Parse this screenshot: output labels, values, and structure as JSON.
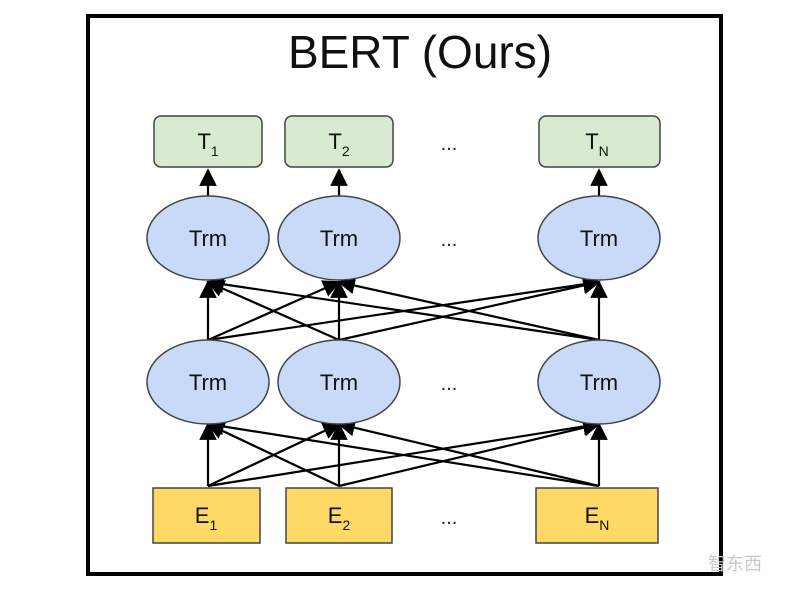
{
  "title": "BERT (Ours)",
  "node_text": {
    "trm": "Trm",
    "ellipsis": "..."
  },
  "outputs": [
    {
      "main": "T",
      "sub": "1"
    },
    {
      "main": "T",
      "sub": "2"
    },
    {
      "main": "T",
      "sub": "N"
    }
  ],
  "inputs": [
    {
      "main": "E",
      "sub": "1"
    },
    {
      "main": "E",
      "sub": "2"
    },
    {
      "main": "E",
      "sub": "N"
    }
  ],
  "watermark": "智东西",
  "colors": {
    "output_fill": "#d9ead3",
    "trm_fill": "#c9daf8",
    "input_fill": "#ffd966",
    "stroke": "#444444",
    "arrow": "#000000"
  }
}
